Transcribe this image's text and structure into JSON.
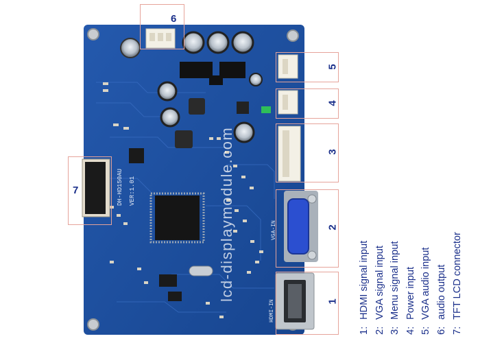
{
  "watermark": "lcd-displaymodule.com",
  "board_labels": {
    "model": "DH-HD150AU",
    "version": "VER:1.01",
    "vga_in": "VGA-IN",
    "hdmi_in": "HDMI-IN"
  },
  "callouts": [
    {
      "number": "1",
      "target": "hdmi-port"
    },
    {
      "number": "2",
      "target": "vga-port"
    },
    {
      "number": "3",
      "target": "menu-connector"
    },
    {
      "number": "4",
      "target": "power-connector"
    },
    {
      "number": "5",
      "target": "vga-audio-connector"
    },
    {
      "number": "6",
      "target": "audio-out-connector"
    },
    {
      "number": "7",
      "target": "tft-lcd-connector"
    }
  ],
  "legend": [
    {
      "n": "1:",
      "text": "HDMI signal input"
    },
    {
      "n": "2:",
      "text": "VGA signal input"
    },
    {
      "n": "3:",
      "text": "Menu signal input"
    },
    {
      "n": "4:",
      "text": "Power input"
    },
    {
      "n": "5:",
      "text": "VGA audio input"
    },
    {
      "n": "6:",
      "text": "audio output"
    },
    {
      "n": "7:",
      "text": "TFT LCD connector"
    }
  ],
  "colors": {
    "pcb": "#1d4fa0",
    "pcb_dark": "#163f86",
    "callout_border": "#e6a39a",
    "label_blue": "#1a2f8a",
    "vga_blue": "#2b4fd0"
  }
}
